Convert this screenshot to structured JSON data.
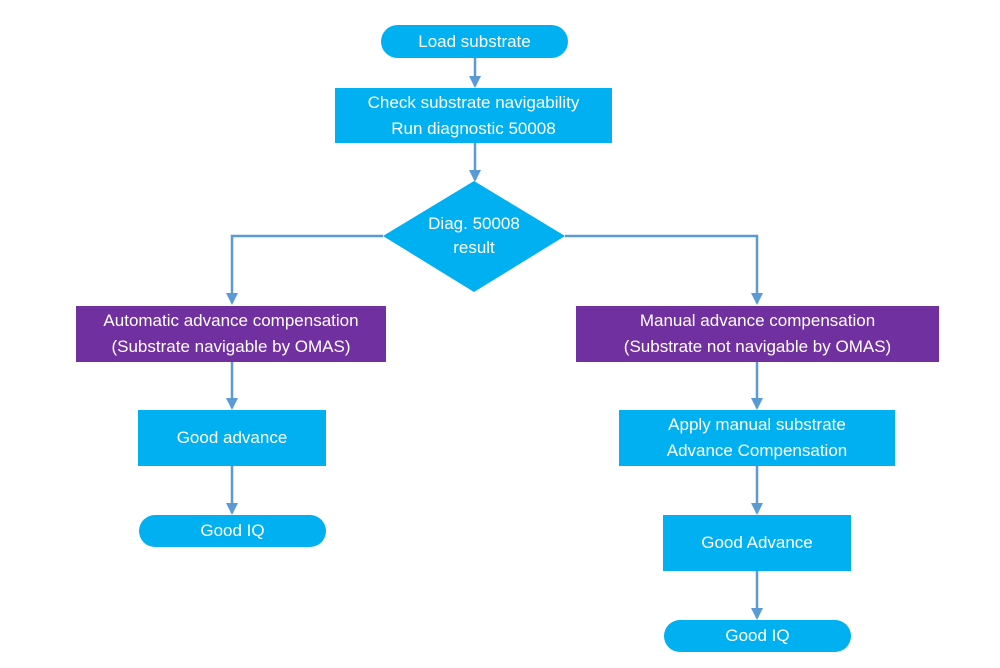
{
  "colors": {
    "process": "#00b0f0",
    "category": "#7030a0",
    "connector": "#5b9bd5",
    "text": "#ffffff"
  },
  "nodes": {
    "load_substrate": "Load substrate",
    "check_line1": "Check substrate navigability",
    "check_line2": "Run diagnostic 50008",
    "decision_line1": "Diag. 50008",
    "decision_line2": "result",
    "auto_line1": "Automatic advance compensation",
    "auto_line2": "(Substrate navigable by OMAS)",
    "manual_line1": "Manual advance compensation",
    "manual_line2": "(Substrate not navigable by OMAS)",
    "good_advance_left": "Good advance",
    "apply_line1": "Apply manual substrate",
    "apply_line2": "Advance Compensation",
    "good_iq_left": "Good IQ",
    "good_advance_right": "Good Advance",
    "good_iq_right": "Good IQ"
  }
}
